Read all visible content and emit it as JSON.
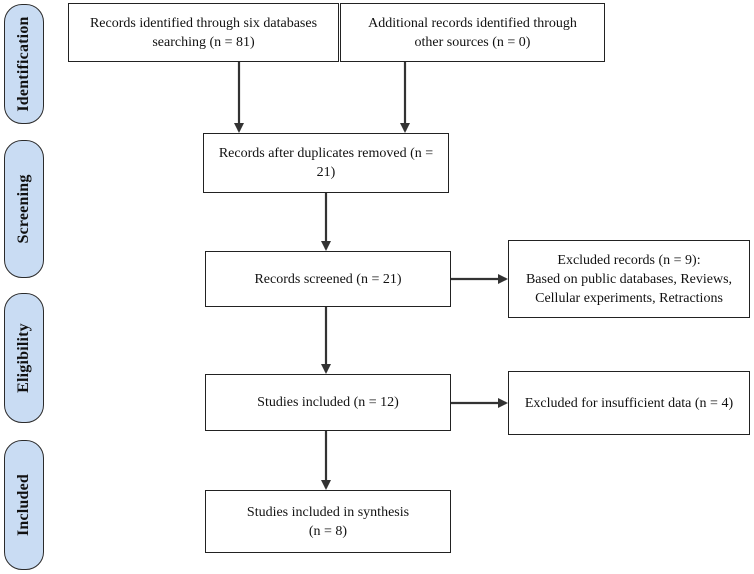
{
  "phases": {
    "identification": "Identification",
    "screening": "Screening",
    "eligibility": "Eligibility",
    "included": "Included"
  },
  "boxes": {
    "records_identified": "Records identified through six databases\nsearching (n = 81)",
    "additional_records": "Additional records identified through\nother sources (n = 0)",
    "after_duplicates": "Records after duplicates removed (n = 21)",
    "records_screened": "Records screened (n = 21)",
    "excluded_records": "Excluded records (n = 9):\nBased on public databases, Reviews,\nCellular experiments, Retractions",
    "studies_included": "Studies included (n = 12)",
    "excluded_insufficient": "Excluded for insufficient data (n = 4)",
    "synthesis": "Studies included in synthesis\n(n = 8)"
  }
}
